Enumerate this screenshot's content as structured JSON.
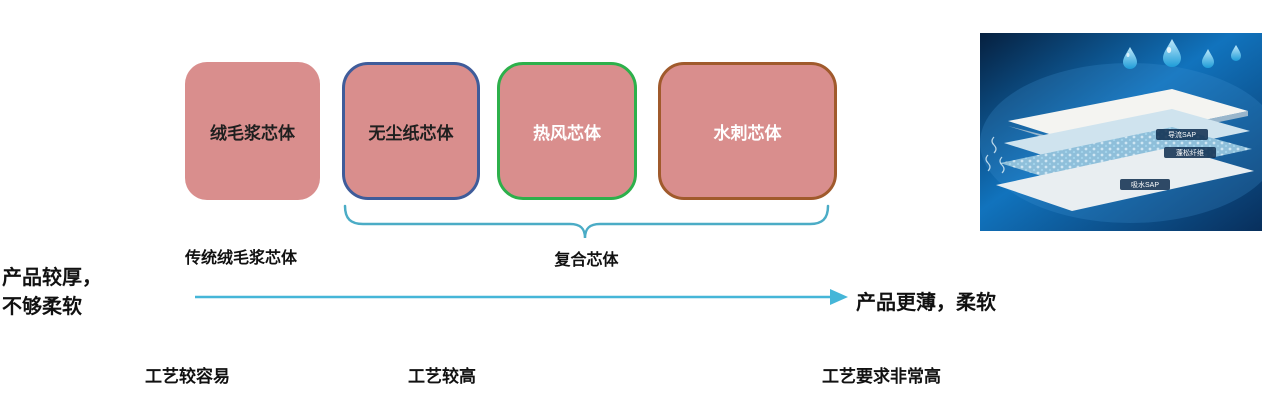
{
  "boxes": [
    {
      "label": "绒毛浆芯体"
    },
    {
      "label": "无尘纸芯体"
    },
    {
      "label": "热风芯体"
    },
    {
      "label": "水刺芯体"
    }
  ],
  "annotations": {
    "traditional_core": "传统绒毛浆芯体",
    "composite_core": "复合芯体",
    "left_line1": "产品较厚，",
    "left_line2": "不够柔软",
    "right_label": "产品更薄，柔软",
    "process_easy": "工艺较容易",
    "process_high": "工艺较高",
    "process_very_high": "工艺要求非常高"
  },
  "image_labels": {
    "label1": "导流SAP",
    "label2": "蓬松纤维",
    "label3": "吸水SAP"
  },
  "colors": {
    "box_fill": "#d98e8d",
    "border_blue": "#3f5c9a",
    "border_green": "#2db04b",
    "border_brown": "#a05a2c",
    "accent_cyan": "#4bacc6",
    "arrow_cyan": "#45b6d8"
  }
}
